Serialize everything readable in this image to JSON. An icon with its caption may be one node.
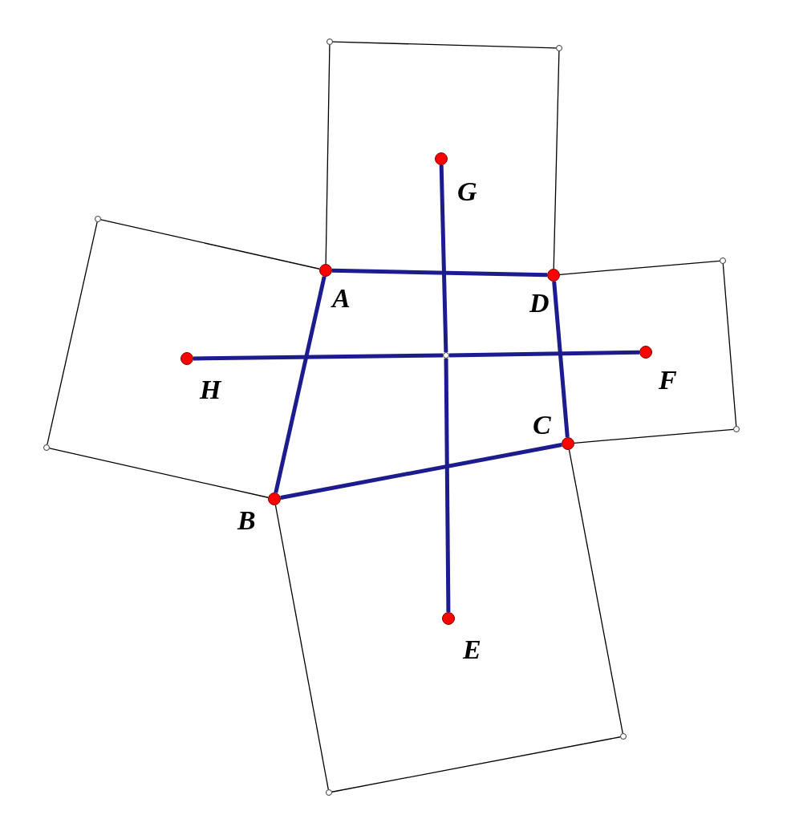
{
  "diagram": {
    "nodes": [
      {
        "text": [],
        "shape": "circle"
      },
      {
        "text": [],
        "shape": "circle"
      },
      {
        "text": [],
        "shape": "circle",
        "beside": [
          "G"
        ]
      },
      {
        "text": [],
        "shape": "circle"
      },
      {
        "text": [],
        "shape": "circle"
      },
      {
        "text": [],
        "shape": "circle",
        "beside": [
          "A"
        ]
      },
      {
        "text": [],
        "shape": "circle",
        "beside": [
          "D"
        ]
      },
      {
        "text": [],
        "shape": "circle",
        "beside": [
          "F"
        ]
      },
      {
        "text": [],
        "shape": "circle"
      },
      {
        "text": [],
        "shape": "circle",
        "beside": [
          "H"
        ]
      },
      {
        "text": [],
        "shape": "circle"
      },
      {
        "text": [],
        "shape": "circle",
        "beside": [
          "C"
        ]
      },
      {
        "text": [],
        "shape": "circle"
      },
      {
        "text": [],
        "shape": "circle",
        "beside": [
          "B"
        ]
      },
      {
        "text": [],
        "shape": "circle",
        "beside": [
          "E"
        ]
      },
      {
        "text": [],
        "shape": "circle"
      },
      {
        "text": [],
        "shape": "circle"
      }
    ],
    "edges": [
      {
        "from": 5,
        "to": 6,
        "arrow": "none",
        "style": "thick",
        "color": "#1c1c8f"
      },
      {
        "from": 6,
        "to": 11,
        "arrow": "none",
        "style": "thick",
        "color": "#1c1c8f"
      },
      {
        "from": 11,
        "to": 13,
        "arrow": "none",
        "style": "thick",
        "color": "#1c1c8f"
      },
      {
        "from": 13,
        "to": 5,
        "arrow": "none",
        "style": "thick",
        "color": "#1c1c8f"
      },
      {
        "from": 2,
        "to": 8,
        "arrow": "none",
        "style": "thick",
        "color": "#1c1c8f"
      },
      {
        "from": 8,
        "to": 14,
        "arrow": "none",
        "style": "thick",
        "color": "#1c1c8f"
      },
      {
        "from": 9,
        "to": 8,
        "arrow": "none",
        "style": "thick",
        "color": "#1c1c8f"
      },
      {
        "from": 8,
        "to": 7,
        "arrow": "none",
        "style": "thick",
        "color": "#1c1c8f"
      },
      {
        "from": 5,
        "to": 0,
        "arrow": "none"
      },
      {
        "from": 0,
        "to": 1,
        "arrow": "none"
      },
      {
        "from": 1,
        "to": 6,
        "arrow": "none"
      },
      {
        "from": 6,
        "to": 4,
        "arrow": "none"
      },
      {
        "from": 4,
        "to": 10,
        "arrow": "none"
      },
      {
        "from": 10,
        "to": 11,
        "arrow": "none"
      },
      {
        "from": 5,
        "to": 3,
        "arrow": "none"
      },
      {
        "from": 3,
        "to": 12,
        "arrow": "none"
      },
      {
        "from": 12,
        "to": 13,
        "arrow": "none"
      },
      {
        "from": 13,
        "to": 16,
        "arrow": "none"
      },
      {
        "from": 16,
        "to": 15,
        "arrow": "none"
      },
      {
        "from": 15,
        "to": 11,
        "arrow": "none"
      }
    ]
  }
}
